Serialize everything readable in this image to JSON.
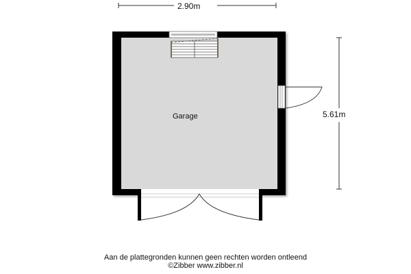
{
  "plan": {
    "room_label": "Garage",
    "width_dimension": "2.90m",
    "depth_dimension": "5.61m",
    "floor_color": "#d9d9d9",
    "wall_color": "#000000"
  },
  "footer": {
    "disclaimer": "Aan de plattegronden kunnen geen rechten worden ontleend",
    "credit": "©Zibber www.zibber.nl"
  }
}
